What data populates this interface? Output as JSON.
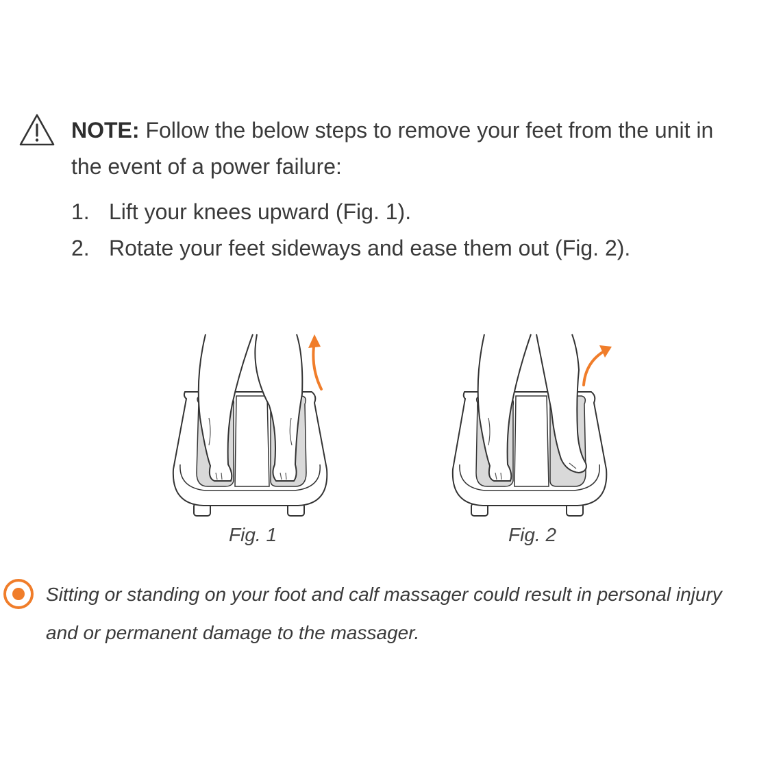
{
  "note": {
    "label": "NOTE:",
    "text_line1": " Follow the below steps to remove your feet from the unit in",
    "text_line2": "the event of a power failure:"
  },
  "steps": [
    {
      "number": "1.",
      "text": "Lift your knees upward (Fig. 1)."
    },
    {
      "number": "2.",
      "text": "Rotate your feet sideways and ease them out (Fig. 2)."
    }
  ],
  "figures": [
    {
      "caption": "Fig. 1"
    },
    {
      "caption": "Fig. 2"
    }
  ],
  "caution": {
    "line1": "Sitting or standing on your foot and calf massager could result in personal injury",
    "line2": "and or permanent damage to the massager."
  },
  "icons": {
    "warning": "warning-triangle-icon",
    "caution": "orange-circle-dot-icon"
  },
  "colors": {
    "accent": "#f07d2a",
    "text": "#3a3a3a",
    "insert_gray": "#d9d9d9"
  }
}
